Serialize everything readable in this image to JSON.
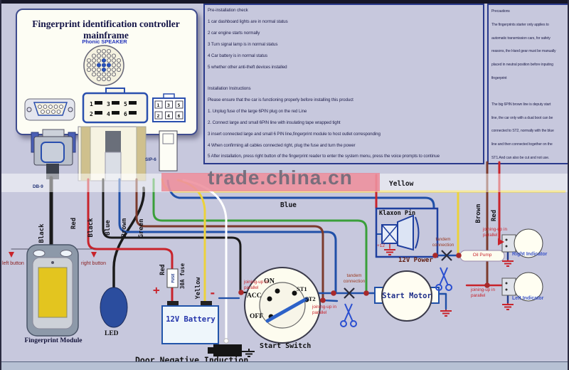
{
  "watermark": "trade.china.cn",
  "mainframe": {
    "title": "Fingerprint identification controller mainframe",
    "speaker_label": "Phonic SPEAKER",
    "db9_label": "DB-9",
    "sip6_mid_label": "SIP-6",
    "sip6_right_label": "SIP-6",
    "sip6_mid_pins": [
      "1",
      "3",
      "5",
      "2",
      "4",
      "6"
    ],
    "sip6_right_pins": [
      "1",
      "3",
      "5",
      "2",
      "4",
      "6"
    ]
  },
  "precheck": {
    "heading": "Pre-installation check",
    "items": [
      "1 car dashboard lights are in normal status",
      "2 car engine starts normally",
      "3 Turn signal lamp is in normal status",
      "4 Car battery is in normal status",
      "5 whether other anti-theft devices installed"
    ]
  },
  "install": {
    "heading": "Installation Instructions",
    "intro": "Please ensure that the car is functioning properly before installing this product",
    "items": [
      "1. Unplug fuse of the large 6PIN plug on the red Line",
      "2. Connect large and small 6PIN line with insulating tape wrapped tight",
      "3 insert connected large and small 6 PIN line,fingerprint module to host outlet corresponding",
      "4 When confirming all cables connected right, plug the fuse and turn the power",
      "5 After installation, press right button of the fingerprint reader to enter the system menu, press the voice prompts to continue"
    ]
  },
  "precautions": {
    "heading": "Precautions",
    "para1": [
      "The fingerprints starter only applies to",
      "automatic transmission cars, for safety",
      "reasons, the Hand gear must be manually",
      "placed in neutral position before inputing",
      "fingerprint"
    ],
    "para2": [
      "The big 6PIN brown line is deputy start",
      "line, the car only with a dual boot can be",
      "connected to ST2, normally with the blue",
      "line and then connected together on the",
      "ST1.And can also be cut and not use."
    ]
  },
  "plugs": {
    "db9_plug_label": "DB-9",
    "sip6_plug_label": "SIP-6"
  },
  "wires": {
    "red": "Red",
    "black": "Black",
    "blue": "Blue",
    "brown": "Brown",
    "green": "Green",
    "cable_black": "Black",
    "long_blue": "Blue",
    "long_yellow": "Yellow",
    "right_brown": "Brown",
    "right_red": "Red",
    "battery_red": "Red",
    "fuse": "FUSE",
    "fuse_rating": "30A fuse",
    "battery_yellow": "Yellow",
    "plus": "+",
    "minus": "-"
  },
  "components": {
    "fingerprint_module": "Fingerprint Module",
    "led": "LED",
    "left_button": "left button",
    "right_button": "right button",
    "battery": "12V Battery",
    "door_induction": "Door Negative Induction",
    "start_switch": {
      "label": "Start Switch",
      "positions": {
        "on": "ON",
        "acc": "ACC",
        "off": "OFF",
        "st1": "ST1",
        "st2": "ST2"
      }
    },
    "start_motor": "Start Motor",
    "klaxon": "Klaxon Pin",
    "klaxon_plus12": "+12",
    "power_12v": "12V Power",
    "oil_pump": "Oil Pump",
    "right_indicator": "Right Indicator",
    "left_indicator": "Left Indicator"
  },
  "annotations": {
    "tandem": "tandem connection",
    "joining": "joining-up in parallel"
  },
  "colors": {
    "red": "#c8232b",
    "black": "#1a1a1a",
    "blue": "#2050a8",
    "brown": "#7b3a2c",
    "green": "#3a9f3a",
    "yellow": "#ecd23a",
    "white": "#ffffff",
    "bg": "#c7c8dd",
    "panel_border": "#2a3a8c",
    "accent_navy": "#1f2f8a"
  }
}
